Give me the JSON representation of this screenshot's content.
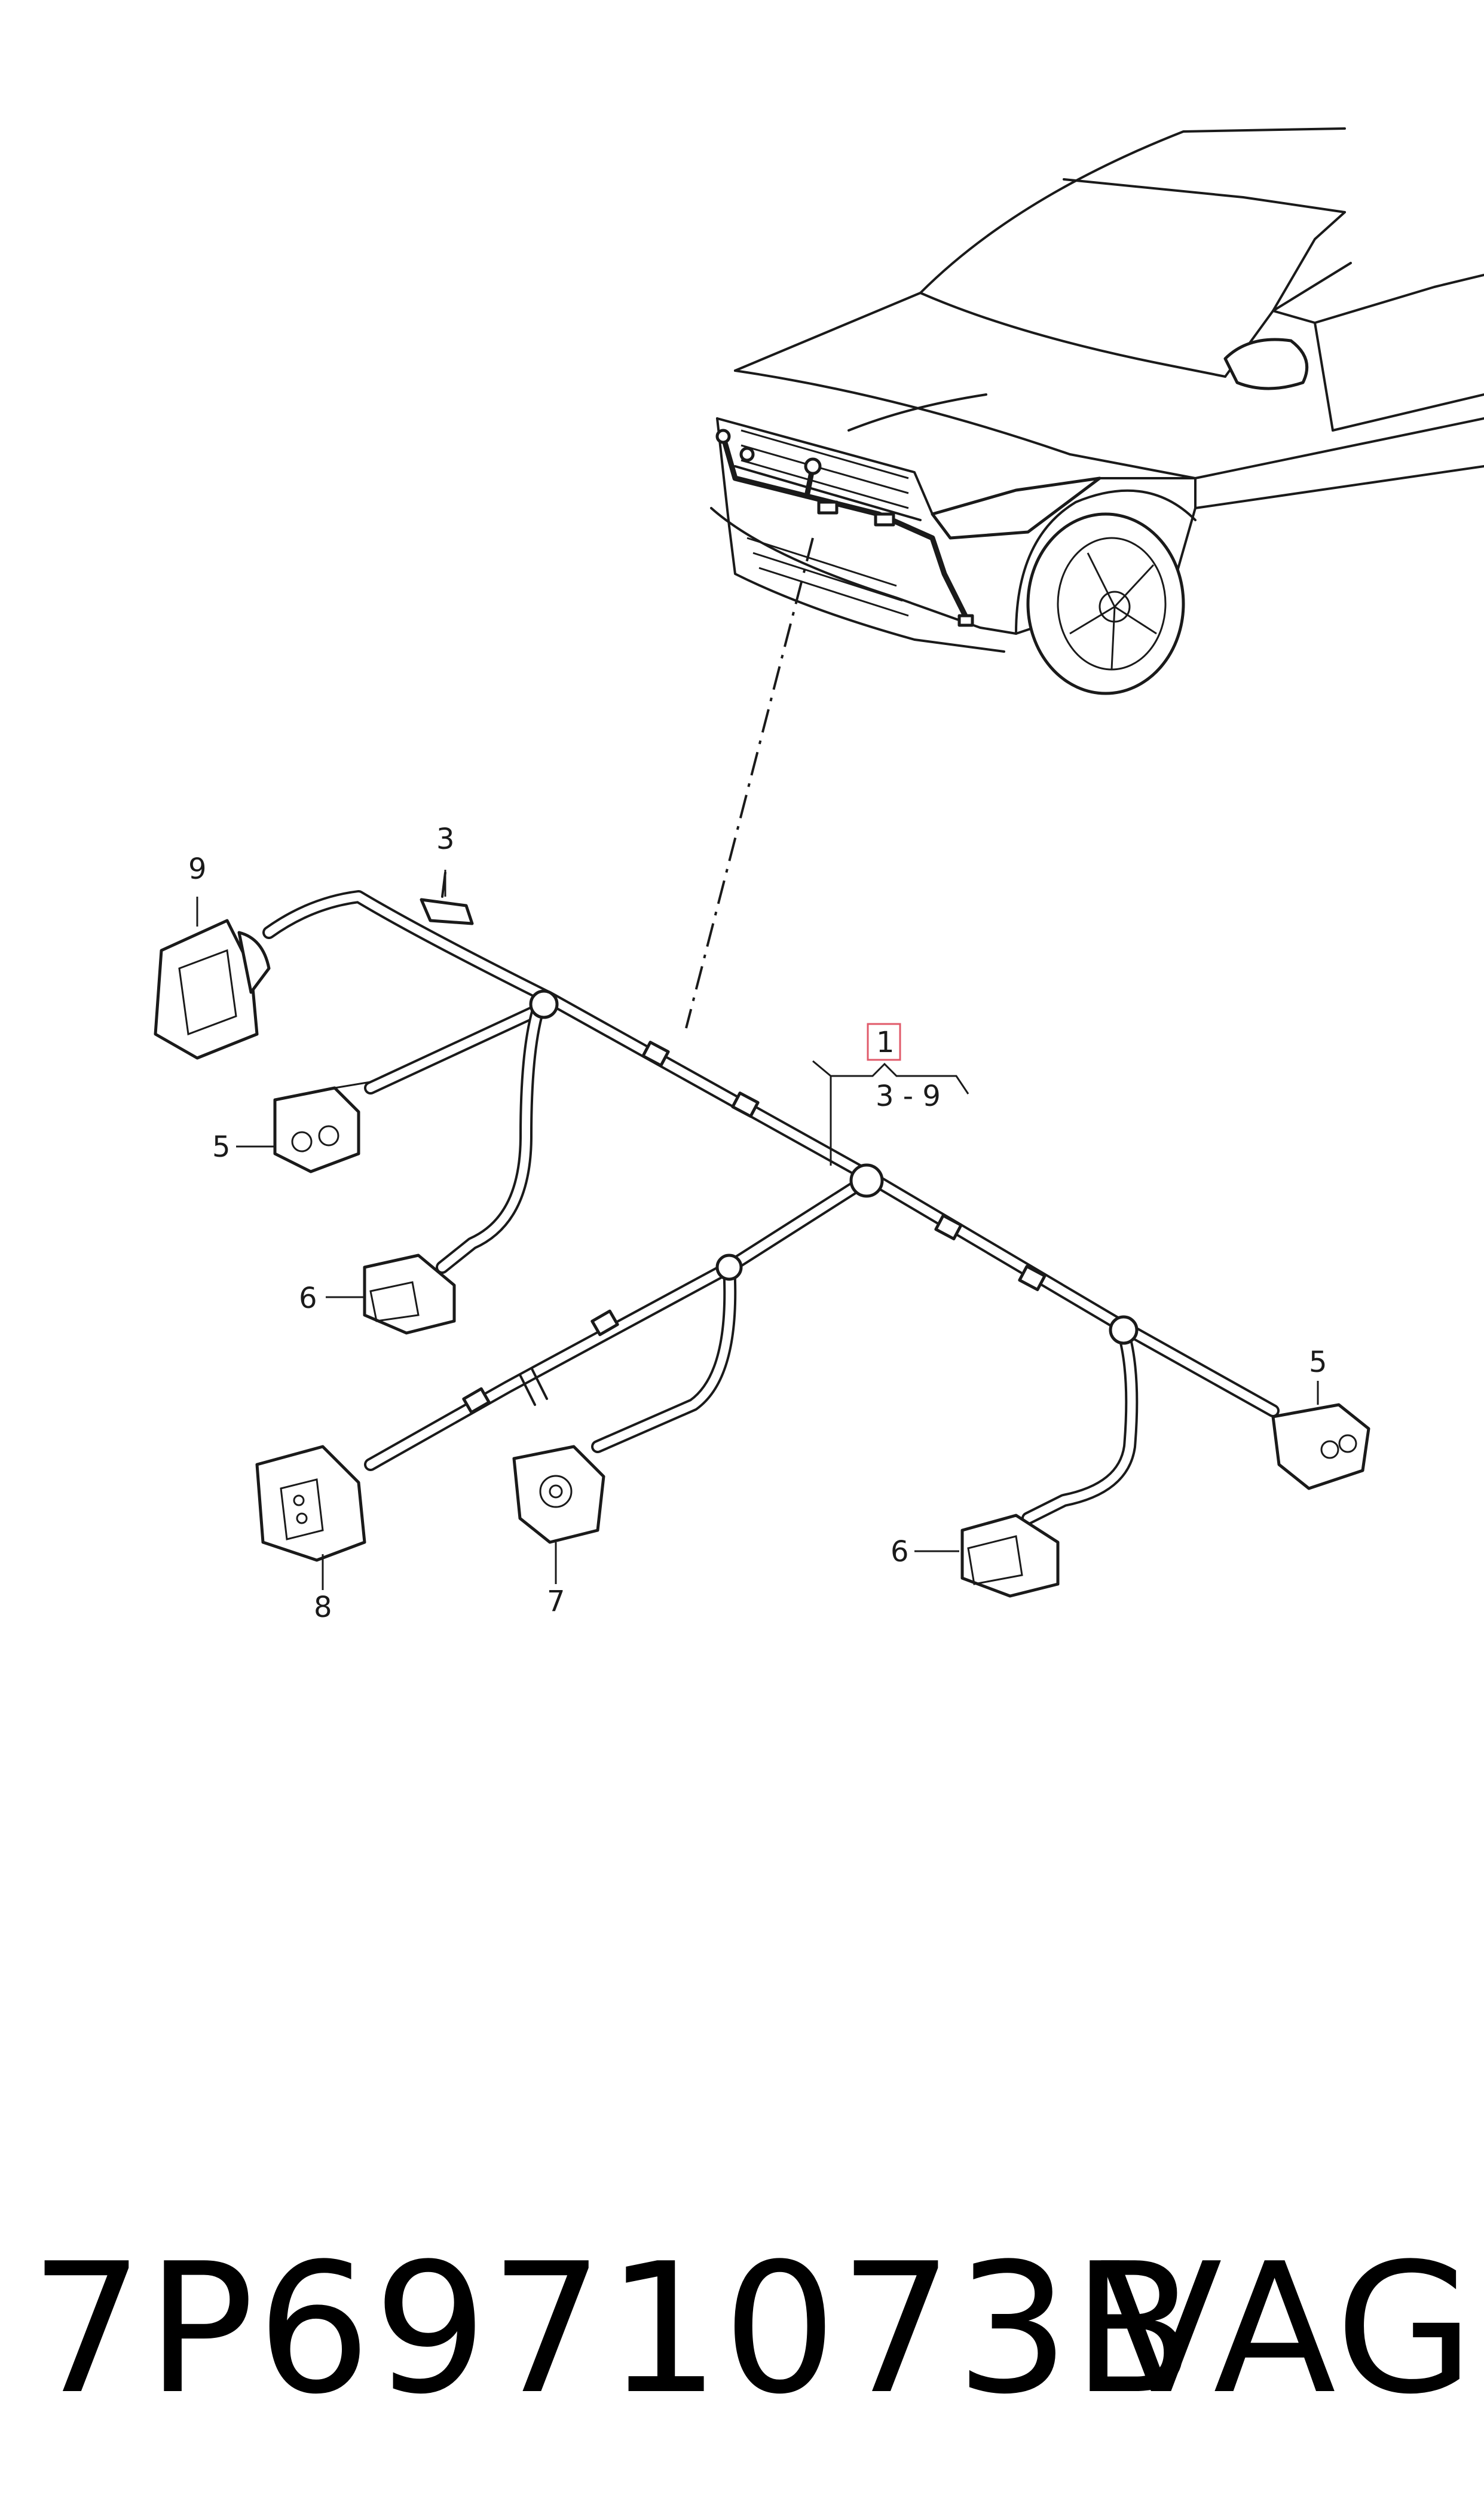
{
  "callouts": {
    "c1": "1",
    "c3": "3",
    "c5_left": "5",
    "c5_right": "5",
    "c6_left": "6",
    "c6_right": "6",
    "c7": "7",
    "c8": "8",
    "c9": "9"
  },
  "range_label": "3 - 9",
  "part_number": "7P6971073B",
  "brand": "VAG",
  "colors": {
    "line": "#1a1a1a",
    "highlight": "#e05a6a",
    "background": "#ffffff"
  }
}
